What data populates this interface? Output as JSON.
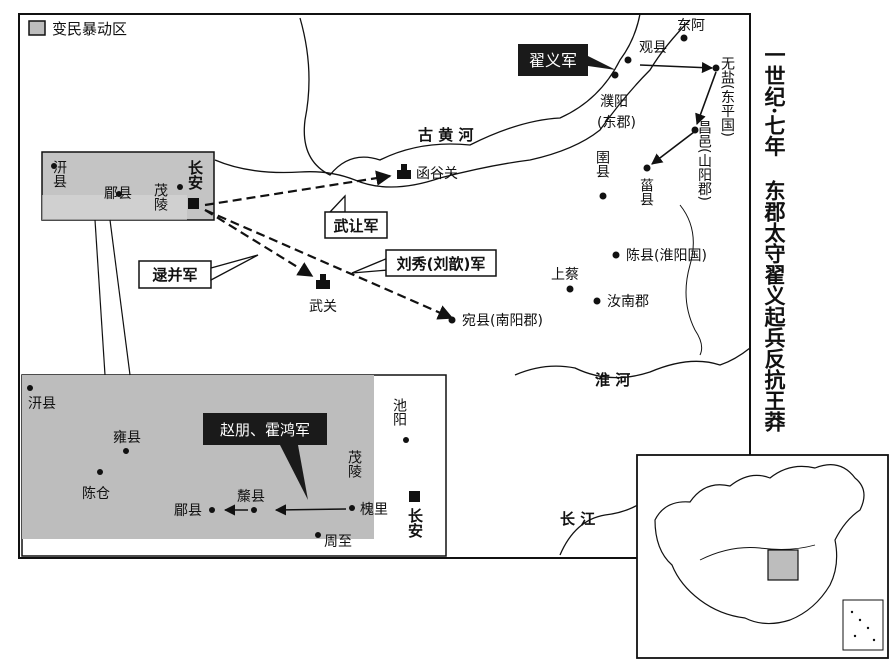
{
  "title": {
    "line1": "一世纪·七年",
    "line2": "东郡太守翟义起兵反抗王莽"
  },
  "legend": {
    "label": "变民暴动区",
    "swatch_color": "#bdbdbd"
  },
  "rivers": {
    "yellow_river": "古 黄 河",
    "huai_river": "淮 河",
    "yangtze": "长 江"
  },
  "places": {
    "dongA": "东阿",
    "guanxian": "观县",
    "puyang": "濮阳",
    "puyang_note": "(东郡)",
    "wuyan": "无盐(东平国)",
    "changyi": "昌邑(山阳郡)",
    "yuanxian": "圉县",
    "zixian": "菑县",
    "hanguguan": "函谷关",
    "wuguan": "武关",
    "wanxian": "宛县(南阳郡)",
    "shangcai": "上蔡",
    "chenxian": "陈县(淮阳国)",
    "runan": "汝南郡",
    "changan": "长安",
    "maoling": "茂陵",
    "qianxian": "汧县",
    "meixian": "郿县"
  },
  "inset": {
    "qianxian": "汧县",
    "yongxian": "雍县",
    "chencang": "陈仓",
    "meixian": "郿县",
    "taixian": "斄县",
    "maoling": "茂陵",
    "huaili": "槐里",
    "zhouzhi": "周至",
    "chiyang": "池阳",
    "changan": "长安"
  },
  "callouts": {
    "zhai_yi": "翟义军",
    "wu_rang": "武让军",
    "dai_bing": "逯并军",
    "liu_xiu": "刘秀(刘歆)军",
    "zhao_huo": "赵朋、霍鸿军"
  },
  "colors": {
    "rebel_area": "#bdbdbd",
    "ink": "#111111",
    "callout_dark": "#1a1a1a"
  }
}
